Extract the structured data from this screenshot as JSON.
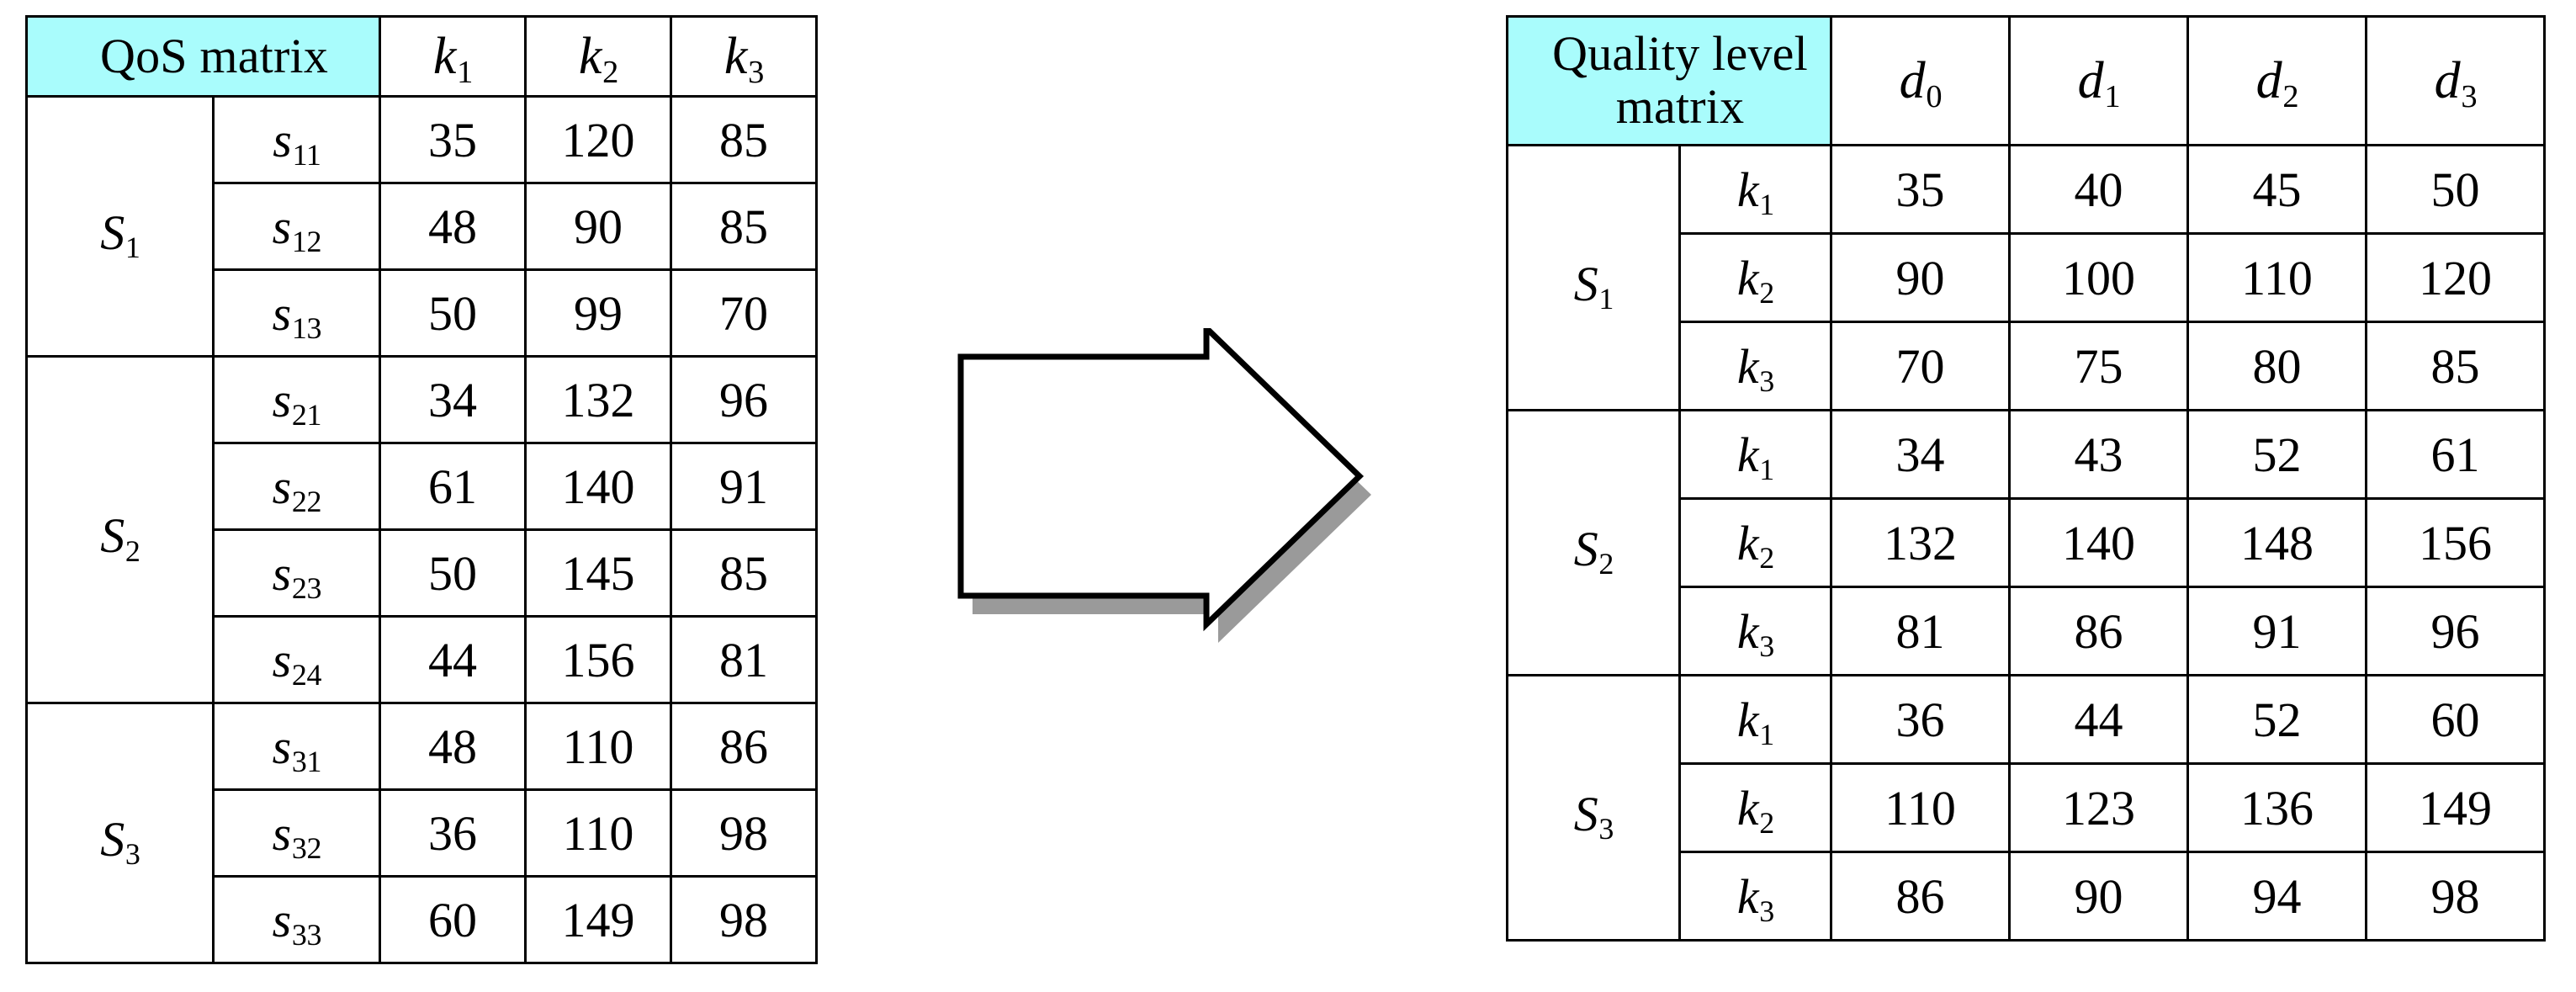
{
  "qos_table": {
    "header_title": "QoS matrix",
    "header_accent_color": "#a9fcfc",
    "columns": [
      "k1",
      "k2",
      "k3"
    ],
    "column_labels": [
      {
        "base": "k",
        "sub": "1"
      },
      {
        "base": "k",
        "sub": "2"
      },
      {
        "base": "k",
        "sub": "3"
      }
    ],
    "groups": [
      {
        "label": {
          "base": "S",
          "sub": "1"
        },
        "rows": [
          {
            "label": {
              "base": "s",
              "sub": "11"
            },
            "values": [
              35,
              120,
              85
            ]
          },
          {
            "label": {
              "base": "s",
              "sub": "12"
            },
            "values": [
              48,
              90,
              85
            ]
          },
          {
            "label": {
              "base": "s",
              "sub": "13"
            },
            "values": [
              50,
              99,
              70
            ]
          }
        ]
      },
      {
        "label": {
          "base": "S",
          "sub": "2"
        },
        "rows": [
          {
            "label": {
              "base": "s",
              "sub": "21"
            },
            "values": [
              34,
              132,
              96
            ]
          },
          {
            "label": {
              "base": "s",
              "sub": "22"
            },
            "values": [
              61,
              140,
              91
            ]
          },
          {
            "label": {
              "base": "s",
              "sub": "23"
            },
            "values": [
              50,
              145,
              85
            ]
          },
          {
            "label": {
              "base": "s",
              "sub": "24"
            },
            "values": [
              44,
              156,
              81
            ]
          }
        ]
      },
      {
        "label": {
          "base": "S",
          "sub": "3"
        },
        "rows": [
          {
            "label": {
              "base": "s",
              "sub": "31"
            },
            "values": [
              48,
              110,
              86
            ]
          },
          {
            "label": {
              "base": "s",
              "sub": "32"
            },
            "values": [
              36,
              110,
              98
            ]
          },
          {
            "label": {
              "base": "s",
              "sub": "33"
            },
            "values": [
              60,
              149,
              98
            ]
          }
        ]
      }
    ]
  },
  "quality_level_table": {
    "header_title": "Quality level matrix",
    "header_title_line1": "Quality level",
    "header_title_line2": "matrix",
    "header_accent_color": "#a9fcfc",
    "columns": [
      "d0",
      "d1",
      "d2",
      "d3"
    ],
    "column_labels": [
      {
        "base": "d",
        "sub": "0"
      },
      {
        "base": "d",
        "sub": "1"
      },
      {
        "base": "d",
        "sub": "2"
      },
      {
        "base": "d",
        "sub": "3"
      }
    ],
    "groups": [
      {
        "label": {
          "base": "S",
          "sub": "1"
        },
        "rows": [
          {
            "label": {
              "base": "k",
              "sub": "1"
            },
            "values": [
              35,
              40,
              45,
              50
            ]
          },
          {
            "label": {
              "base": "k",
              "sub": "2"
            },
            "values": [
              90,
              100,
              110,
              120
            ]
          },
          {
            "label": {
              "base": "k",
              "sub": "3"
            },
            "values": [
              70,
              75,
              80,
              85
            ]
          }
        ]
      },
      {
        "label": {
          "base": "S",
          "sub": "2"
        },
        "rows": [
          {
            "label": {
              "base": "k",
              "sub": "1"
            },
            "values": [
              34,
              43,
              52,
              61
            ]
          },
          {
            "label": {
              "base": "k",
              "sub": "2"
            },
            "values": [
              132,
              140,
              148,
              156
            ]
          },
          {
            "label": {
              "base": "k",
              "sub": "3"
            },
            "values": [
              81,
              86,
              91,
              96
            ]
          }
        ]
      },
      {
        "label": {
          "base": "S",
          "sub": "3"
        },
        "rows": [
          {
            "label": {
              "base": "k",
              "sub": "1"
            },
            "values": [
              36,
              44,
              52,
              60
            ]
          },
          {
            "label": {
              "base": "k",
              "sub": "2"
            },
            "values": [
              110,
              123,
              136,
              149
            ]
          },
          {
            "label": {
              "base": "k",
              "sub": "3"
            },
            "values": [
              86,
              90,
              94,
              98
            ]
          }
        ]
      }
    ]
  },
  "arrow": {
    "icon": "right-block-arrow-icon",
    "fill_color": "#ffffff",
    "stroke_color": "#000000",
    "shadow_color": "#9a9a9a",
    "direction": "right"
  }
}
